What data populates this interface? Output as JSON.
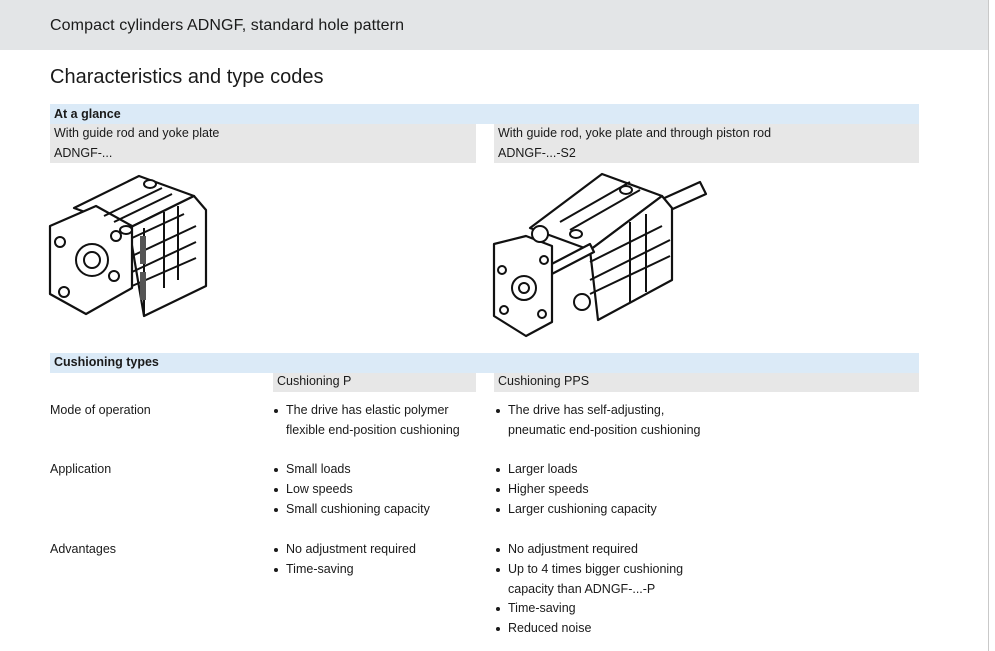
{
  "header": {
    "title": "Compact cylinders ADNGF, standard hole pattern"
  },
  "page": {
    "section_title": "Characteristics and type codes"
  },
  "at_a_glance": {
    "label": "At a glance",
    "left": {
      "description": "With guide rod and yoke plate",
      "code": "ADNGF-..."
    },
    "right": {
      "description": "With guide rod, yoke plate and through piston rod",
      "code": "ADNGF-...-S2"
    }
  },
  "cushioning": {
    "label": "Cushioning types",
    "col_p": "Cushioning P",
    "col_pps": "Cushioning PPS",
    "rows": [
      {
        "label": "Mode of operation",
        "p": [
          "The drive has elastic polymer",
          "flexible end-position cushioning"
        ],
        "pps": [
          "The drive has self-adjusting,",
          "pneumatic end-position cushioning"
        ]
      },
      {
        "label": "Application",
        "p": [
          "Small loads",
          "Low speeds",
          "Small cushioning capacity"
        ],
        "pps": [
          "Larger loads",
          "Higher speeds",
          "Larger cushioning capacity"
        ]
      },
      {
        "label": "Advantages",
        "p": [
          "No adjustment required",
          "Time-saving"
        ],
        "pps": [
          "No adjustment required",
          "Up to 4 times bigger cushioning",
          "capacity than ADNGF-...-P",
          "Time-saving",
          "Reduced noise"
        ]
      }
    ]
  }
}
